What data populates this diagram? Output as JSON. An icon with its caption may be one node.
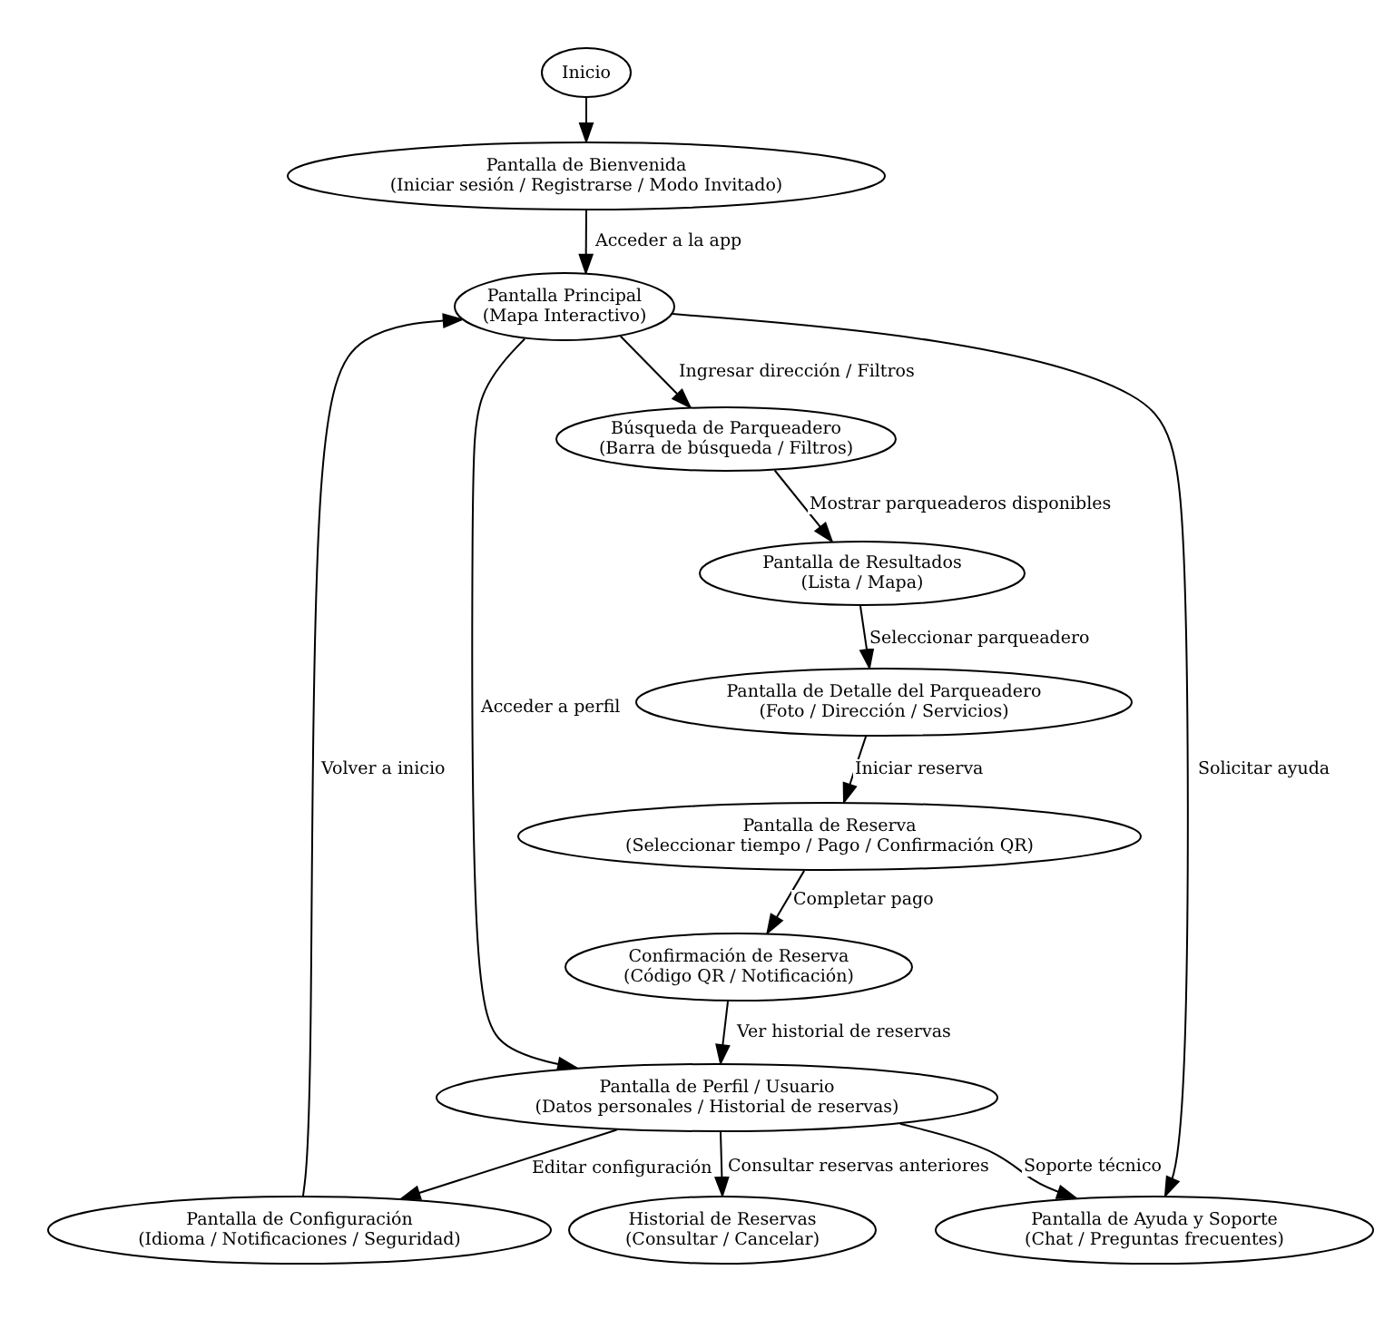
{
  "diagram": {
    "nodes": [
      {
        "text": [
          "Inicio"
        ]
      },
      {
        "text": [
          "Pantalla de Bienvenida",
          "(Iniciar sesión / Registrarse / Modo Invitado)"
        ]
      },
      {
        "text": [
          "Pantalla Principal",
          "(Mapa Interactivo)"
        ]
      },
      {
        "text": [
          "Búsqueda de Parqueadero",
          "(Barra de búsqueda / Filtros)"
        ]
      },
      {
        "text": [
          "Pantalla de Resultados",
          "(Lista / Mapa)"
        ]
      },
      {
        "text": [
          "Pantalla de Detalle del Parqueadero",
          "(Foto / Dirección / Servicios)"
        ]
      },
      {
        "text": [
          "Pantalla de Reserva",
          "(Seleccionar tiempo / Pago / Confirmación QR)"
        ]
      },
      {
        "text": [
          "Confirmación de Reserva",
          "(Código QR / Notificación)"
        ]
      },
      {
        "text": [
          "Pantalla de Perfil / Usuario",
          "(Datos personales / Historial de reservas)"
        ]
      },
      {
        "text": [
          "Pantalla de Configuración",
          "(Idioma / Notificaciones / Seguridad)"
        ]
      },
      {
        "text": [
          "Historial de Reservas",
          "(Consultar / Cancelar)"
        ]
      },
      {
        "text": [
          "Pantalla de Ayuda y Soporte",
          "(Chat / Preguntas frecuentes)"
        ]
      }
    ],
    "edges": [
      {
        "from": 0,
        "to": 1,
        "arrow": "to"
      },
      {
        "from": 1,
        "to": 2,
        "arrow": "to",
        "label": "Acceder a la app"
      },
      {
        "from": 2,
        "to": 3,
        "arrow": "to",
        "label": "Ingresar dirección / Filtros"
      },
      {
        "from": 3,
        "to": 4,
        "arrow": "to",
        "label": "Mostrar parqueaderos disponibles"
      },
      {
        "from": 4,
        "to": 5,
        "arrow": "to",
        "label": "Seleccionar parqueadero"
      },
      {
        "from": 5,
        "to": 6,
        "arrow": "to",
        "label": "Iniciar reserva"
      },
      {
        "from": 6,
        "to": 7,
        "arrow": "to",
        "label": "Completar pago"
      },
      {
        "from": 7,
        "to": 8,
        "arrow": "to",
        "label": "Ver historial de reservas"
      },
      {
        "from": 2,
        "to": 8,
        "arrow": "to",
        "label": "Acceder a perfil"
      },
      {
        "from": 2,
        "to": 11,
        "arrow": "to",
        "label": "Solicitar ayuda"
      },
      {
        "from": 8,
        "to": 9,
        "arrow": "to",
        "label": "Editar configuración"
      },
      {
        "from": 8,
        "to": 10,
        "arrow": "to",
        "label": "Consultar reservas anteriores"
      },
      {
        "from": 8,
        "to": 11,
        "arrow": "to",
        "label": "Soporte técnico"
      },
      {
        "from": 9,
        "to": 2,
        "arrow": "to",
        "label": "Volver a inicio"
      }
    ]
  }
}
